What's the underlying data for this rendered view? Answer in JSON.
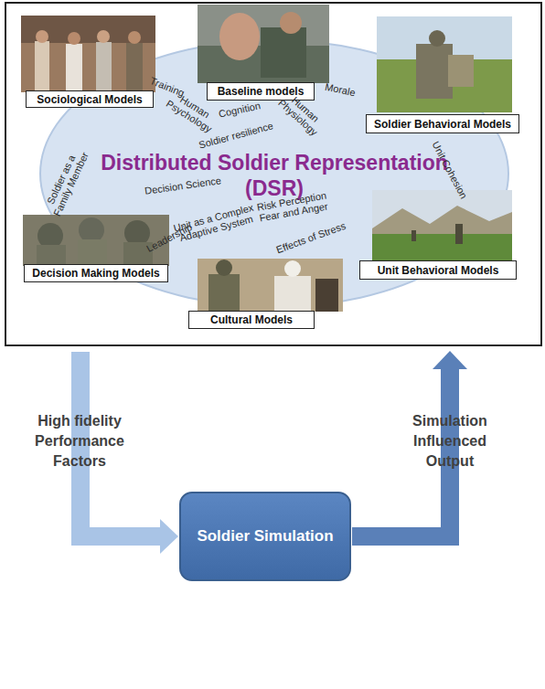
{
  "diagram": {
    "nodes": [
      {
        "text": [
          "Distributed Soldier Representation (DSR)"
        ]
      },
      {
        "text": [
          "Sociological Models"
        ],
        "in": 0
      },
      {
        "text": [
          "Baseline models"
        ],
        "in": 0
      },
      {
        "text": [
          "Soldier  Behavioral Models"
        ],
        "in": 0
      },
      {
        "text": [
          "Decision Making Models"
        ],
        "in": 0
      },
      {
        "text": [
          "Unit Behavioral Models"
        ],
        "in": 0
      },
      {
        "text": [
          "Cultural Models"
        ],
        "in": 0
      },
      {
        "text": [
          "Soldier Simulation"
        ]
      }
    ],
    "edges": [
      {
        "from": 0,
        "to": 7,
        "label": "High fidelity Performance Factors",
        "arrow": "to"
      },
      {
        "from": 7,
        "to": 0,
        "label": "Simulation Influenced Output",
        "arrow": "to"
      }
    ],
    "labels": [
      "Training",
      "Morale",
      "Human Psychology",
      "Cognition",
      "Human Physiology",
      "Soldier resilience",
      "Soldier as a Family Member",
      "Unit Cohesion",
      "Decision Science",
      "Risk Perception Fear and Anger",
      "Unit as a Complex Adaptive System",
      "Effects of Stress",
      "Leadership"
    ]
  }
}
